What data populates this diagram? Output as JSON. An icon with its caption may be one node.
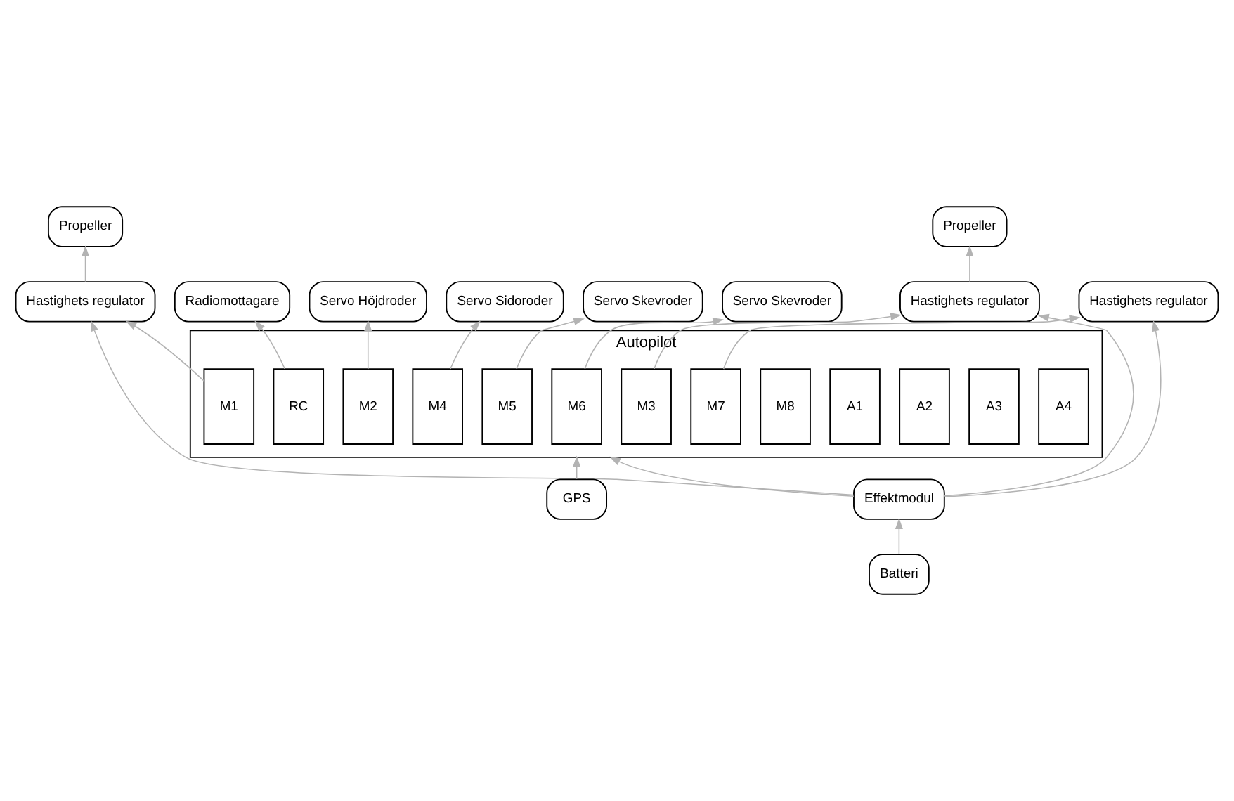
{
  "diagram": {
    "nodes": [
      {
        "text": [
          "Servo Höjdroder"
        ]
      },
      {
        "text": [
          "Servo Sidoroder"
        ]
      },
      {
        "text": [
          "Servo Skevroder"
        ]
      },
      {
        "text": [
          "Servo Skevroder"
        ]
      },
      {
        "text": [
          "Radiomottagare"
        ]
      },
      {
        "text": [
          "Propeller"
        ]
      },
      {
        "text": [
          "Propeller"
        ]
      },
      {
        "text": [
          "Hastighets regulator"
        ]
      },
      {
        "text": [
          "Hastighets regulator"
        ]
      },
      {
        "text": [
          "Hastighets regulator"
        ]
      },
      {
        "text": [
          "Effektmodul"
        ]
      },
      {
        "text": [
          "Autopilot"
        ]
      },
      {
        "text": [
          "RC"
        ],
        "in": 11
      },
      {
        "text": [
          "M1"
        ],
        "in": 11
      },
      {
        "text": [
          "M2"
        ],
        "in": 11
      },
      {
        "text": [
          "M3"
        ],
        "in": 11
      },
      {
        "text": [
          "M4"
        ],
        "in": 11
      },
      {
        "text": [
          "M5"
        ],
        "in": 11
      },
      {
        "text": [
          "M6"
        ],
        "in": 11
      },
      {
        "text": [
          "M7"
        ],
        "in": 11
      },
      {
        "text": [
          "M8"
        ],
        "in": 11
      },
      {
        "text": [
          "A1"
        ],
        "in": 11
      },
      {
        "text": [
          "A2"
        ],
        "in": 11
      },
      {
        "text": [
          "A3"
        ],
        "in": 11
      },
      {
        "text": [
          "A4"
        ],
        "in": 11
      },
      {
        "text": [
          "Batteri"
        ]
      },
      {
        "text": [
          "GPS"
        ]
      }
    ],
    "edges": [
      {
        "from": 12,
        "to": 4,
        "arrow": "to"
      },
      {
        "from": 13,
        "to": 7,
        "arrow": "to"
      },
      {
        "from": 10,
        "to": 7,
        "arrow": "to"
      },
      {
        "from": 7,
        "to": 5,
        "arrow": "to"
      },
      {
        "from": 14,
        "to": 0,
        "arrow": "to"
      },
      {
        "from": 15,
        "to": 8,
        "arrow": "to"
      },
      {
        "from": 10,
        "to": 8,
        "arrow": "to"
      },
      {
        "from": 8,
        "to": 6,
        "arrow": "to"
      },
      {
        "from": 16,
        "to": 1,
        "arrow": "to"
      },
      {
        "from": 17,
        "to": 2,
        "arrow": "to"
      },
      {
        "from": 18,
        "to": 3,
        "arrow": "to"
      },
      {
        "from": 19,
        "to": 9,
        "arrow": "to"
      },
      {
        "from": 10,
        "to": 9,
        "arrow": "to"
      },
      {
        "from": 10,
        "to": 11,
        "arrow": "to"
      },
      {
        "from": 25,
        "to": 10,
        "arrow": "to"
      },
      {
        "from": 26,
        "to": 11,
        "arrow": "to"
      }
    ]
  }
}
